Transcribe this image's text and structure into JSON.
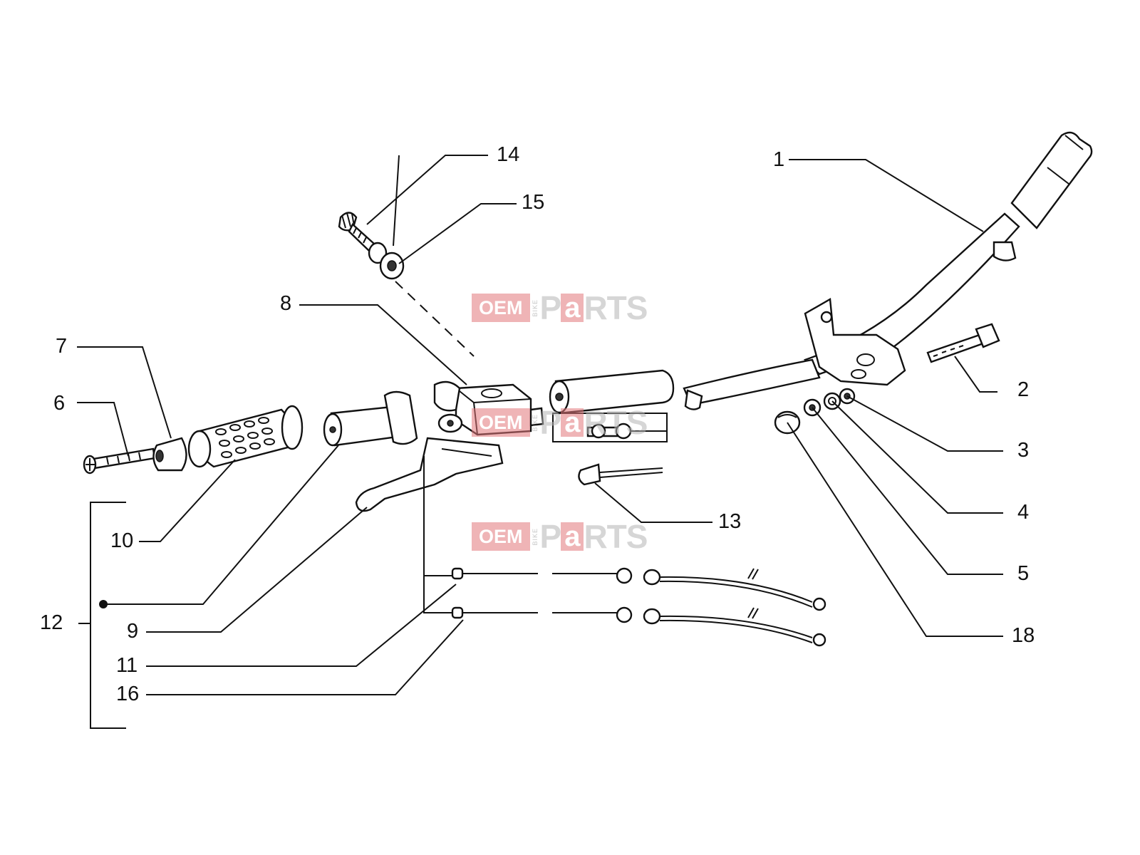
{
  "watermark": {
    "oem": "OEM",
    "bike": "BIKE",
    "p": "P",
    "a": "a",
    "rts": "RTS"
  },
  "callouts": {
    "c1": "1",
    "c2": "2",
    "c3": "3",
    "c4": "4",
    "c5": "5",
    "c6": "6",
    "c7": "7",
    "c8": "8",
    "c9": "9",
    "c10": "10",
    "c11": "11",
    "c12": "12",
    "c13": "13",
    "c14": "14",
    "c15": "15",
    "c16": "16",
    "c18": "18"
  },
  "colors": {
    "line": "#111111",
    "watermark_red": "#e2777b",
    "watermark_grey": "#b5b5b5"
  }
}
